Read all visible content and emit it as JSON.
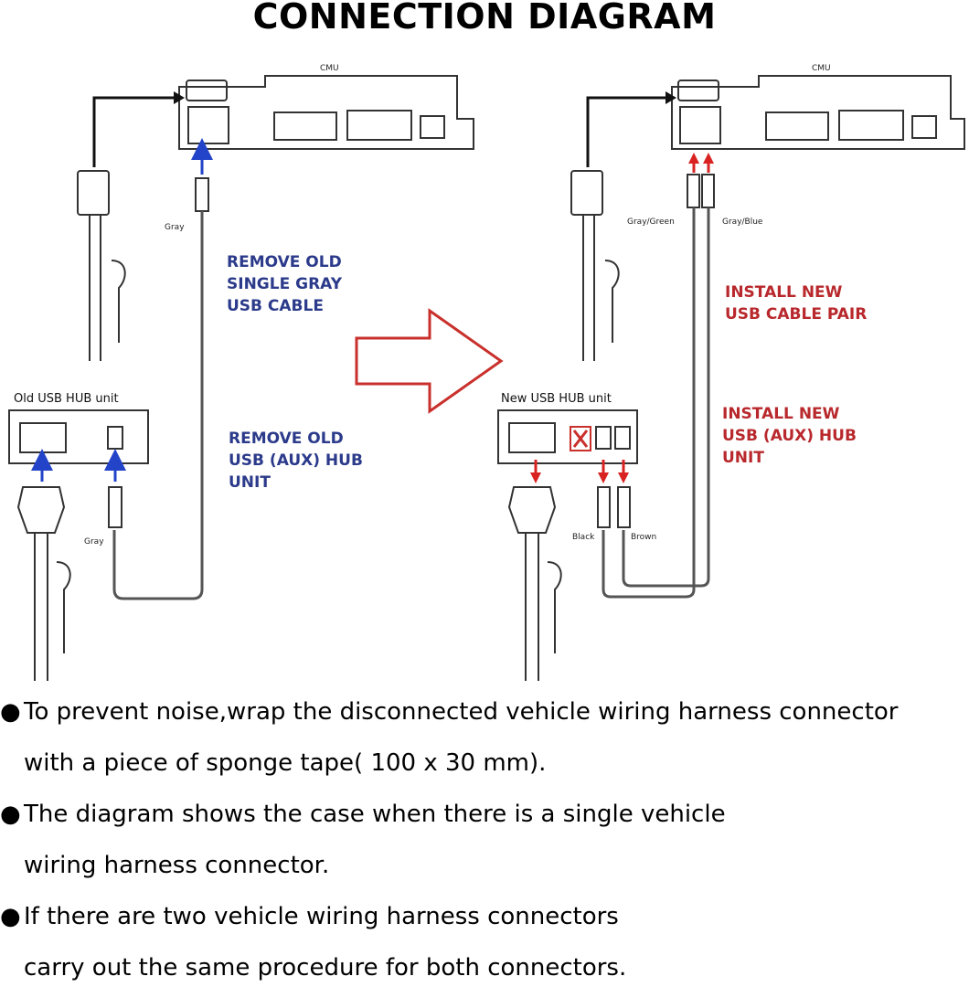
{
  "title": "CONNECTION DIAGRAM",
  "colors": {
    "blue_text": "#2b3a8a",
    "red_text": "#b8282c",
    "arrow_blue": "#2344c8",
    "arrow_red": "#d92323"
  },
  "left_panel": {
    "cmu_label": "CMU",
    "cable_label": "Gray",
    "hub_label": "Old USB HUB unit",
    "hub_cable_label": "Gray",
    "instruction_1": [
      "REMOVE OLD",
      "SINGLE GRAY",
      "USB CABLE"
    ],
    "instruction_2": [
      "REMOVE OLD",
      "USB (AUX) HUB",
      "UNIT"
    ]
  },
  "right_panel": {
    "cmu_label": "CMU",
    "cable_label_1": "Gray/Green",
    "cable_label_2": "Gray/Blue",
    "hub_label": "New USB HUB unit",
    "hub_cable_label_1": "Black",
    "hub_cable_label_2": "Brown",
    "instruction_1": [
      "INSTALL NEW",
      "USB CABLE PAIR"
    ],
    "instruction_2": [
      "INSTALL NEW",
      "USB (AUX) HUB",
      "UNIT"
    ]
  },
  "notes": [
    {
      "line1": "To prevent noise,wrap the disconnected vehicle wiring harness connector",
      "line2": "with a piece of sponge tape( 100 x 30 mm)."
    },
    {
      "line1": "The diagram shows the case when there is a single vehicle",
      "line2": "wiring harness connector."
    },
    {
      "line1": "If there are two vehicle wiring harness connectors",
      "line2": "carry out the same procedure for both connectors."
    }
  ]
}
